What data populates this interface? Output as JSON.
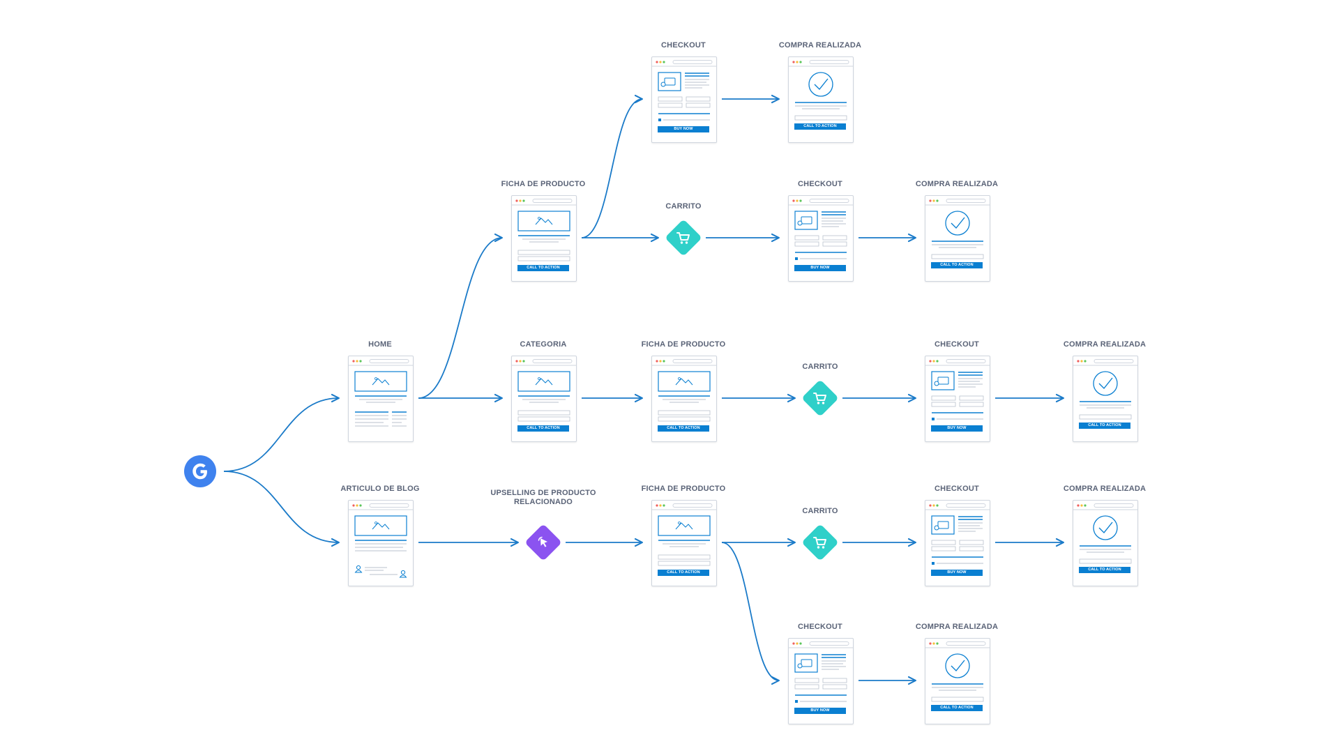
{
  "colors": {
    "accent": "#0a7fd1",
    "edge": "#1a7ac8",
    "cart": "#2fd0c9",
    "upsell": "#8b53f0",
    "google": "#3f82ee",
    "label": "#5a6377",
    "page_border": "#cfd5de"
  },
  "source": {
    "icon": "google-g-icon"
  },
  "labels": {
    "home": "HOME",
    "blog": "ARTICULO DE BLOG",
    "categoria": "CATEGORIA",
    "ficha": "FICHA DE PRODUCTO",
    "checkout": "CHECKOUT",
    "compra": "COMPRA REALIZADA",
    "carrito": "CARRITO",
    "upsell": "UPSELLING DE PRODUCTO RELACIONADO",
    "cta": "CALL TO ACTION",
    "buy": "BUY NOW"
  },
  "nodes": [
    {
      "id": "google",
      "kind": "google"
    },
    {
      "id": "home",
      "kind": "home",
      "label_key": "home"
    },
    {
      "id": "blog",
      "kind": "blog",
      "label_key": "blog"
    },
    {
      "id": "ficha1",
      "kind": "product",
      "label_key": "ficha",
      "button_key": "cta"
    },
    {
      "id": "checkout1",
      "kind": "checkout",
      "label_key": "checkout",
      "button_key": "buy"
    },
    {
      "id": "compra1",
      "kind": "confirm",
      "label_key": "compra",
      "button_key": "cta"
    },
    {
      "id": "carrito1",
      "kind": "cart",
      "label_key": "carrito"
    },
    {
      "id": "checkout2",
      "kind": "checkout",
      "label_key": "checkout",
      "button_key": "buy"
    },
    {
      "id": "compra2",
      "kind": "confirm",
      "label_key": "compra",
      "button_key": "cta"
    },
    {
      "id": "categoria",
      "kind": "product",
      "label_key": "categoria",
      "button_key": "cta"
    },
    {
      "id": "ficha2",
      "kind": "product",
      "label_key": "ficha",
      "button_key": "cta"
    },
    {
      "id": "carrito2",
      "kind": "cart",
      "label_key": "carrito"
    },
    {
      "id": "checkout3",
      "kind": "checkout",
      "label_key": "checkout",
      "button_key": "buy"
    },
    {
      "id": "compra3",
      "kind": "confirm",
      "label_key": "compra",
      "button_key": "cta"
    },
    {
      "id": "upsell",
      "kind": "upsell",
      "label_key": "upsell"
    },
    {
      "id": "ficha3",
      "kind": "product",
      "label_key": "ficha",
      "button_key": "cta"
    },
    {
      "id": "carrito3",
      "kind": "cart",
      "label_key": "carrito"
    },
    {
      "id": "checkout4",
      "kind": "checkout",
      "label_key": "checkout",
      "button_key": "buy"
    },
    {
      "id": "compra4",
      "kind": "confirm",
      "label_key": "compra",
      "button_key": "cta"
    },
    {
      "id": "checkout5",
      "kind": "checkout",
      "label_key": "checkout",
      "button_key": "buy"
    },
    {
      "id": "compra5",
      "kind": "confirm",
      "label_key": "compra",
      "button_key": "cta"
    }
  ],
  "edges": [
    [
      "google",
      "home"
    ],
    [
      "google",
      "blog"
    ],
    [
      "home",
      "ficha1"
    ],
    [
      "ficha1",
      "checkout1"
    ],
    [
      "checkout1",
      "compra1"
    ],
    [
      "ficha1",
      "carrito1"
    ],
    [
      "carrito1",
      "checkout2"
    ],
    [
      "checkout2",
      "compra2"
    ],
    [
      "home",
      "categoria"
    ],
    [
      "categoria",
      "ficha2"
    ],
    [
      "ficha2",
      "carrito2"
    ],
    [
      "carrito2",
      "checkout3"
    ],
    [
      "checkout3",
      "compra3"
    ],
    [
      "blog",
      "upsell"
    ],
    [
      "upsell",
      "ficha3"
    ],
    [
      "ficha3",
      "carrito3"
    ],
    [
      "carrito3",
      "checkout4"
    ],
    [
      "checkout4",
      "compra4"
    ],
    [
      "ficha3",
      "checkout5"
    ],
    [
      "checkout5",
      "compra5"
    ]
  ]
}
